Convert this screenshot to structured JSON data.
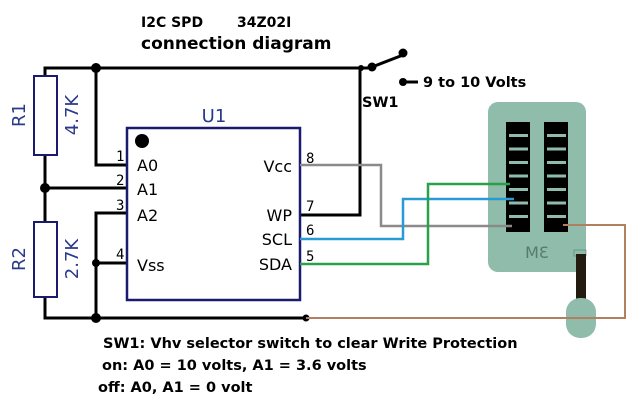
{
  "title": {
    "line1_left": "I2C SPD",
    "line1_right": "34Z02I",
    "line2": "connection diagram"
  },
  "resistors": [
    {
      "ref": "R1",
      "value": "4.7K"
    },
    {
      "ref": "R2",
      "value": "2.7K"
    }
  ],
  "ic": {
    "ref": "U1",
    "left_pins": [
      {
        "num": "1",
        "name": "A0"
      },
      {
        "num": "2",
        "name": "A1"
      },
      {
        "num": "3",
        "name": "A2"
      },
      {
        "num": "4",
        "name": "Vss"
      }
    ],
    "right_pins": [
      {
        "num": "8",
        "name": "Vcc"
      },
      {
        "num": "7",
        "name": "WP"
      },
      {
        "num": "6",
        "name": "SCL"
      },
      {
        "num": "5",
        "name": "SDA"
      }
    ]
  },
  "switch": {
    "ref": "SW1",
    "supply_label": "9 to 10 Volts"
  },
  "socket": {
    "label": "3M"
  },
  "wire_colors": {
    "vcc": "#8a8a8a",
    "scl": "#2a9ad4",
    "sda": "#2aa04a",
    "gnd": "#b08060",
    "black": "#000000",
    "component": "#1a1a6e",
    "socket_body": "#8fbcab"
  },
  "notes": [
    "SW1: Vhv selector switch to clear Write Protection",
    "on: A0 = 10 volts, A1 = 3.6 volts",
    "off: A0, A1 = 0 volt"
  ]
}
